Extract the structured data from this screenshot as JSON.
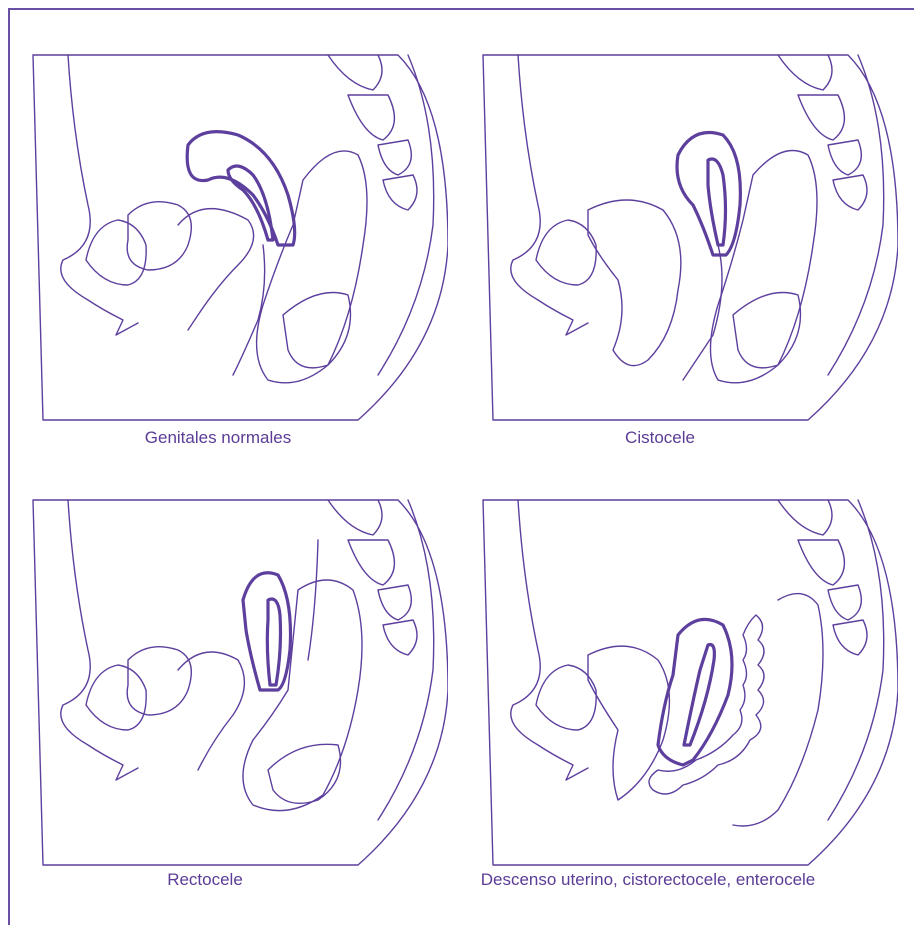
{
  "panels": [
    {
      "caption": "Genitales normales"
    },
    {
      "caption": "Cistocele"
    },
    {
      "caption": "Rectocele"
    },
    {
      "caption": "Descenso uterino, cistorectocele, enterocele"
    }
  ],
  "colors": {
    "line": "#5d3f9e",
    "text": "#5b3c96",
    "frame": "#6a4fa6"
  }
}
